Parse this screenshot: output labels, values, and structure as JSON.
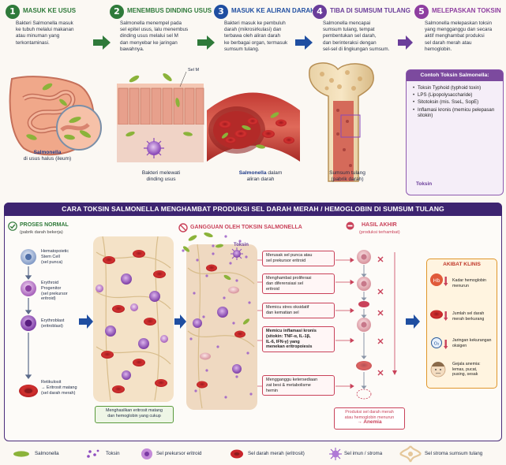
{
  "steps": [
    {
      "num": "1",
      "title": "MASUK KE USUS",
      "desc": [
        "Bakteri Salmonella masuk",
        "ke tubuh melalui makanan",
        "atau minuman yang",
        "terkontaminasi."
      ],
      "color": "#2f7a3a"
    },
    {
      "num": "2",
      "title": "MENEMBUS DINDING USUS",
      "desc": [
        "Salmonella menempel pada",
        "sel epitel usus, lalu menembus",
        "dinding usus melalui sel M",
        "dan menyebar ke jaringan",
        "bawahnya."
      ],
      "color": "#2f7a3a"
    },
    {
      "num": "3",
      "title": "MASUK KE ALIRAN DARAH",
      "desc": [
        "Bakteri masuk ke pembuluh",
        "darah (mikrosirkulasi) dan",
        "terbawa oleh aliran darah",
        "ke berbagai organ, termasuk",
        "sumsum tulang."
      ],
      "color": "#1f4ea1"
    },
    {
      "num": "4",
      "title": "TIBA DI SUMSUM TULANG",
      "desc": [
        "Salmonella mencapai",
        "sumsum tulang, tempat",
        "pembentukan sel darah,",
        "dan berinteraksi dengan",
        "sel-sel di lingkungan sumsum."
      ],
      "color": "#6a3d9a"
    },
    {
      "num": "5",
      "title": "MELEPASKAN TOKSIN",
      "desc": [
        "Salmonella melepaskan toksin",
        "yang mengganggu dan secara",
        "aktif menghambat produksi",
        "sel darah merah atau",
        "hemoglobin."
      ],
      "color": "#8e3ea0"
    }
  ],
  "captions": {
    "c1a": "Salmonella",
    "c1b": "di usus halus (ileum)",
    "selm": "Sel M",
    "c2a": "Bakteri melewati",
    "c2b": "dinding usus",
    "c3a": "Salmonella",
    "c3a2": " dalam",
    "c3b": "aliran darah",
    "c4a": "Sumsum tulang",
    "c4b": "(pabrik darah)"
  },
  "contoh": {
    "title": "Contoh Toksin Salmonella:",
    "items": [
      "Toksin Typhoid (typhoid toxin)",
      "LPS (Lipopolysaccharide)",
      "Sitotoksin (mis. SseL, SopE)",
      "Inflamasi kronis (memicu pelepasan sitokin)"
    ],
    "toksin_label": "Toksin"
  },
  "banner": "CARA TOKSIN SALMONELLA MENGHAMBAT PRODUKSI SEL DARAH MERAH / HEMOGLOBIN DI SUMSUM TULANG",
  "normal": {
    "title": "PROSES NORMAL",
    "sub": "(pabrik darah bekerja)",
    "cells": [
      [
        "Hematopoietic",
        "Stem Cell",
        "(sel punca)"
      ],
      [
        "Erythroid",
        "Progenitor",
        "(sel prekursor",
        "eritroid)"
      ],
      [
        "Erythroblast",
        "(eritroblast)"
      ],
      [
        "Retikulosit",
        "→ Eritrosit matang",
        "(sel darah merah)"
      ]
    ],
    "note": [
      "Menghasilkan eritrosit matang",
      "dan hemoglobin yang cukup"
    ]
  },
  "gangguan": {
    "title": "GANGGUAN OLEH TOKSIN SALMONELLA",
    "toksin_label": "Toksin",
    "effects": [
      [
        "Merusak sel punca atau",
        "sel prekursor eritroid"
      ],
      [
        "Menghambat proliferasi",
        "dan diferensiasi sel",
        "eritroid"
      ],
      [
        "Memicu stres oksidatif",
        "dan kematian sel"
      ],
      [
        "Memicu inflamasi kronis",
        "(sitokin: TNF-α, IL-1β,",
        "IL-6, IFN-γ) yang",
        "menekan eritropoiesis"
      ],
      [
        "Mengganggu ketersediaan",
        "zat besi & metabolisme",
        "hemin"
      ]
    ]
  },
  "hasil": {
    "title": "HASIL AKHIR",
    "sub": "(produksi terhambat)",
    "note": [
      "Produksi sel darah merah",
      "atau hemoglobin menurun",
      "→ Anemia"
    ]
  },
  "akibat": {
    "title": "AKIBAT KLINIS",
    "items": [
      {
        "icon": "Hb",
        "text": [
          "Kadar hemoglobin",
          "menurun"
        ]
      },
      {
        "icon": "",
        "text": [
          "Jumlah sel darah",
          "merah berkurang"
        ]
      },
      {
        "icon": "O₂",
        "text": [
          "Jaringan kekurangan",
          "oksigen"
        ]
      },
      {
        "icon": "",
        "text": [
          "Gejala anemia:",
          "lemas, pucat,",
          "pusing, sesak"
        ]
      }
    ]
  },
  "legend": [
    "Salmonella",
    "Toksin",
    "Sel prekursor eritroid",
    "Sel darah merah (eritrosit)",
    "Sel imun / stroma",
    "Sel stroma sumsum tulang"
  ],
  "colors": {
    "rbc": "#c8242b",
    "bacteria": "#8bb33a",
    "toxin": "#8e4cc0",
    "green": "#2f7a3a",
    "purple": "#6a3d9a",
    "red": "#c9425a"
  }
}
